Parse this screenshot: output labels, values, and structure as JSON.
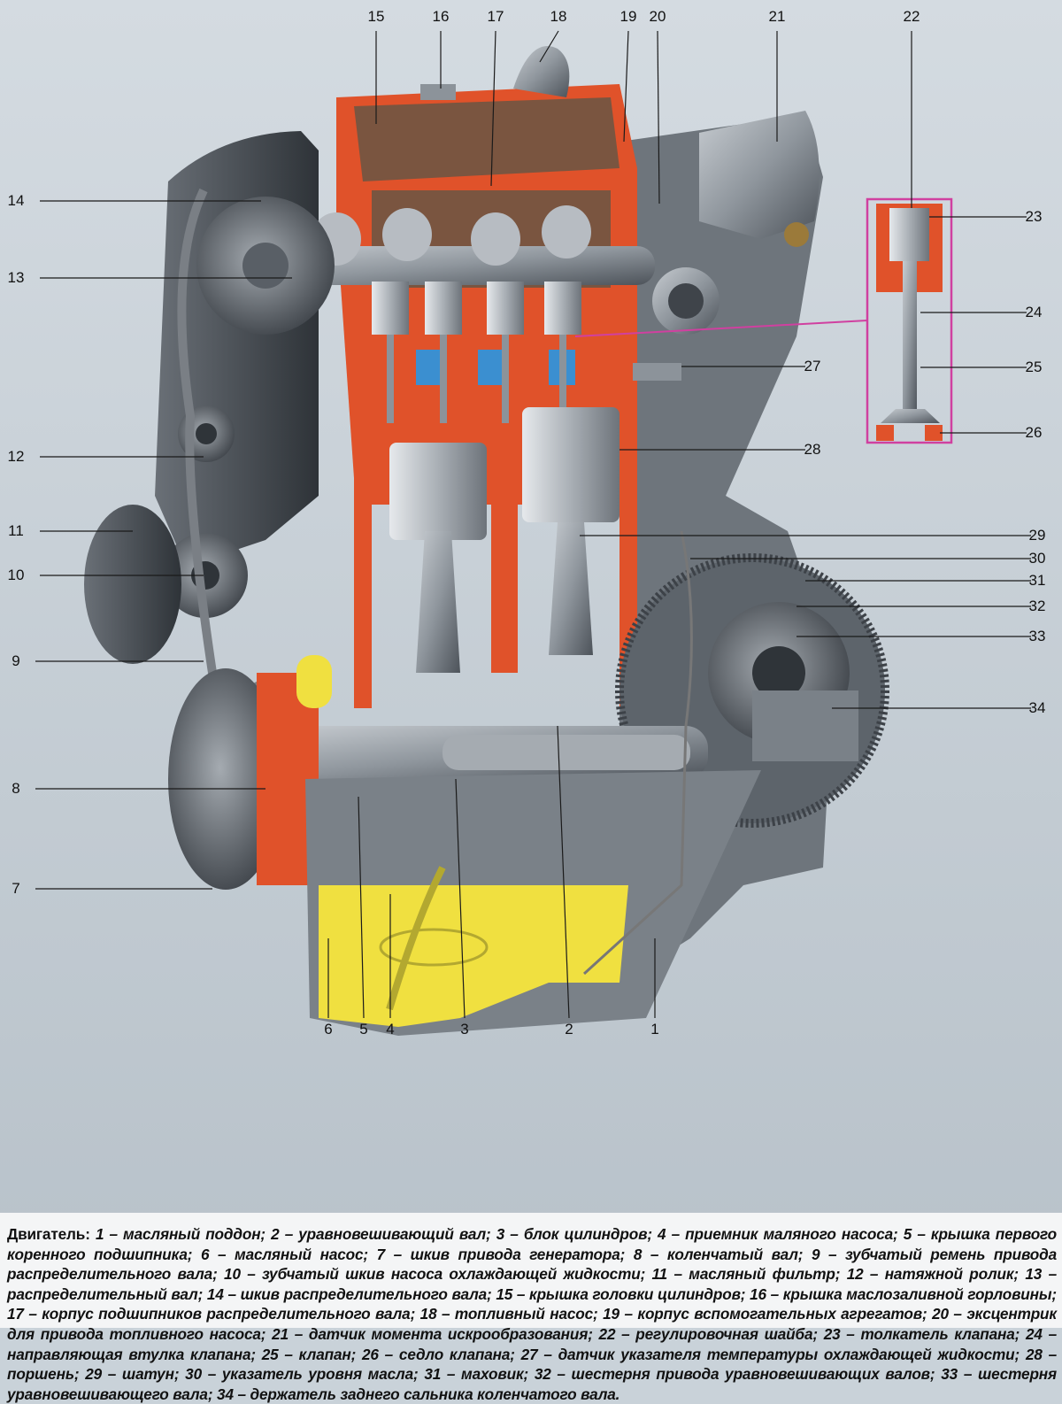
{
  "diagram": {
    "caption_lead": "Двигатель:",
    "parts": [
      {
        "n": "1",
        "label": "масляный поддон"
      },
      {
        "n": "2",
        "label": "уравновешивающий вал"
      },
      {
        "n": "3",
        "label": "блок цилиндров"
      },
      {
        "n": "4",
        "label": "приемник маляного насоса"
      },
      {
        "n": "5",
        "label": "крышка первого коренного подшипника"
      },
      {
        "n": "6",
        "label": "масляный насос"
      },
      {
        "n": "7",
        "label": "шкив привода генератора"
      },
      {
        "n": "8",
        "label": "коленчатый вал"
      },
      {
        "n": "9",
        "label": "зубчатый ремень привода распределительного вала"
      },
      {
        "n": "10",
        "label": "зубчатый шкив насоса охлаждающей жидкости"
      },
      {
        "n": "11",
        "label": "масляный фильтр"
      },
      {
        "n": "12",
        "label": "натяжной ролик"
      },
      {
        "n": "13",
        "label": "распределительный вал"
      },
      {
        "n": "14",
        "label": "шкив распределительного вала"
      },
      {
        "n": "15",
        "label": "крышка головки цилиндров"
      },
      {
        "n": "16",
        "label": "крышка маслозаливной горловины"
      },
      {
        "n": "17",
        "label": "корпус подшипников распределительного вала"
      },
      {
        "n": "18",
        "label": "топливный насос"
      },
      {
        "n": "19",
        "label": "корпус вспомогательных агрегатов"
      },
      {
        "n": "20",
        "label": "эксцентрик для привода топливного насоса"
      },
      {
        "n": "21",
        "label": "датчик момента искрообразования"
      },
      {
        "n": "22",
        "label": "регулировочная шайба"
      },
      {
        "n": "23",
        "label": "толкатель клапана"
      },
      {
        "n": "24",
        "label": "направляющая втулка клапана"
      },
      {
        "n": "25",
        "label": "клапан"
      },
      {
        "n": "26",
        "label": "седло клапана"
      },
      {
        "n": "27",
        "label": "датчик указателя температуры охлаждающей жидкости"
      },
      {
        "n": "28",
        "label": "поршень"
      },
      {
        "n": "29",
        "label": "шатун"
      },
      {
        "n": "30",
        "label": "указатель уровня масла"
      },
      {
        "n": "31",
        "label": "маховик"
      },
      {
        "n": "32",
        "label": "шестерня привода уравновешивающих валов"
      },
      {
        "n": "33",
        "label": "шестерня уравновешивающего вала"
      },
      {
        "n": "34",
        "label": "держатель заднего сальника коленчатого вала"
      }
    ]
  },
  "colors": {
    "section_cut": "#e0522a",
    "oil": "#f0e040",
    "metal": "#8c939a",
    "coolant": "#3b8fd0",
    "dark_metal": "#4a4f56",
    "magenta_pointer": "#d040a0"
  }
}
